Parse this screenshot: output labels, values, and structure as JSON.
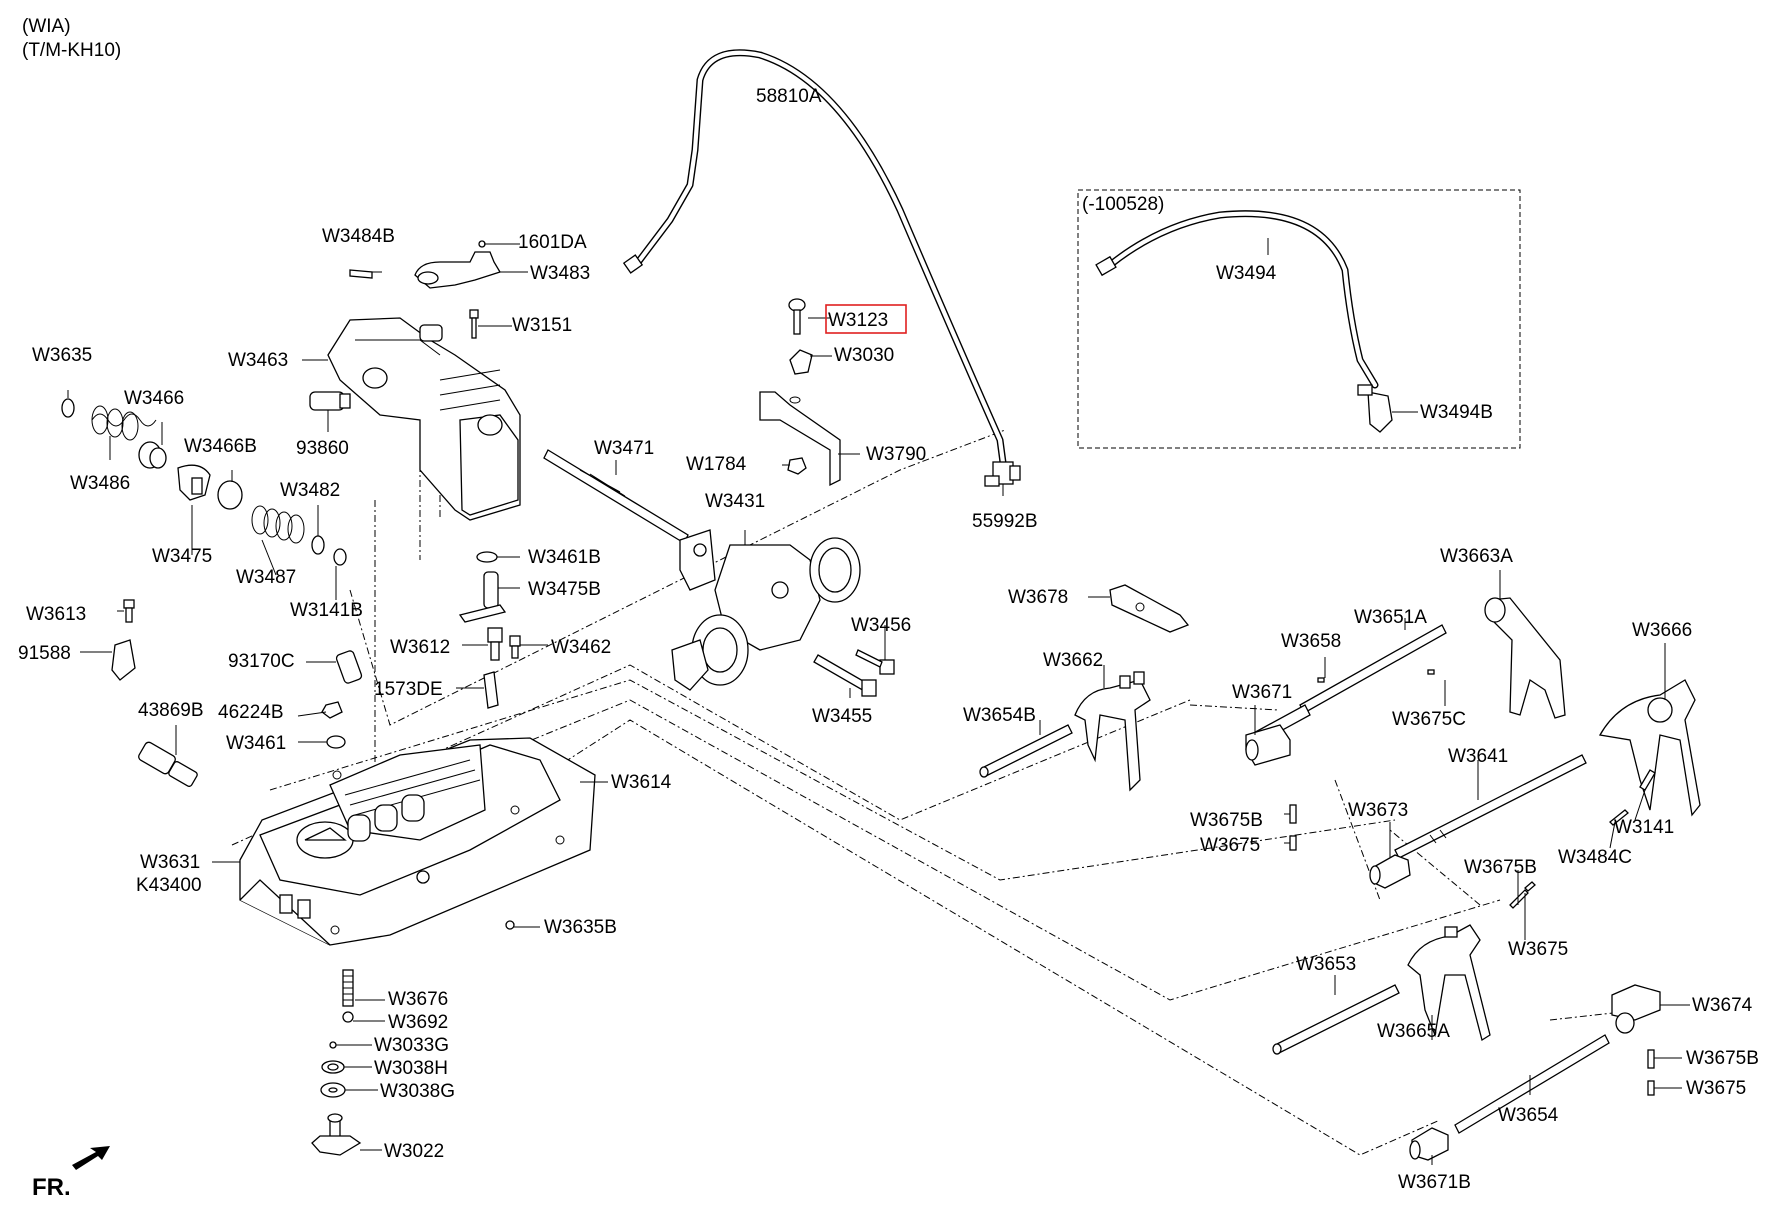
{
  "header": {
    "line1": "(WIA)",
    "line2": "(T/M-KH10)"
  },
  "variant_box": {
    "label": "(-100528)"
  },
  "direction": {
    "label": "FR."
  },
  "highlight_color": "#e02020",
  "parts": {
    "p58810A": "58810A",
    "p1601DA": "1601DA",
    "pW3484B": "W3484B",
    "pW3483": "W3483",
    "pW3151": "W3151",
    "pW3123": "W3123",
    "pW3030": "W3030",
    "pW3635": "W3635",
    "pW3463": "W3463",
    "pW3466": "W3466",
    "p93860": "93860",
    "pW3466B": "W3466B",
    "pW3471": "W3471",
    "pW1784": "W1784",
    "pW3790": "W3790",
    "pW3486": "W3486",
    "pW3482": "W3482",
    "pW3431": "W3431",
    "p55992B": "55992B",
    "pW3494": "W3494",
    "pW3494B": "W3494B",
    "pW3475": "W3475",
    "pW3487": "W3487",
    "pW3461B": "W3461B",
    "pW3475B": "W3475B",
    "pW3141B": "W3141B",
    "pW3663A": "W3663A",
    "pW3613": "W3613",
    "pW3678": "W3678",
    "pW3456": "W3456",
    "pW3651A": "W3651A",
    "pW3666": "W3666",
    "p91588": "91588",
    "pW3612": "W3612",
    "pW3462": "W3462",
    "pW3658": "W3658",
    "p93170C": "93170C",
    "pW3662": "W3662",
    "p1573DE": "1573DE",
    "pW3671": "W3671",
    "p43869B": "43869B",
    "p46224B": "46224B",
    "pW3654B": "W3654B",
    "pW3455": "W3455",
    "pW3675C": "W3675C",
    "pW3461": "W3461",
    "pW3641": "W3641",
    "pW3614": "W3614",
    "pW3675B_a": "W3675B",
    "pW3673": "W3673",
    "pW3141": "W3141",
    "pW3675_a": "W3675",
    "pW3631": "W3631",
    "pK43400": "K43400",
    "pW3484C": "W3484C",
    "pW3675B_b": "W3675B",
    "pW3635B": "W3635B",
    "pW3675_b": "W3675",
    "pW3653": "W3653",
    "pW3676": "W3676",
    "pW3674": "W3674",
    "pW3692": "W3692",
    "pW3665A": "W3665A",
    "pW3033G": "W3033G",
    "pW3675B_c": "W3675B",
    "pW3038H": "W3038H",
    "pW3675_c": "W3675",
    "pW3038G": "W3038G",
    "pW3654": "W3654",
    "pW3022": "W3022",
    "pW3671B": "W3671B"
  }
}
